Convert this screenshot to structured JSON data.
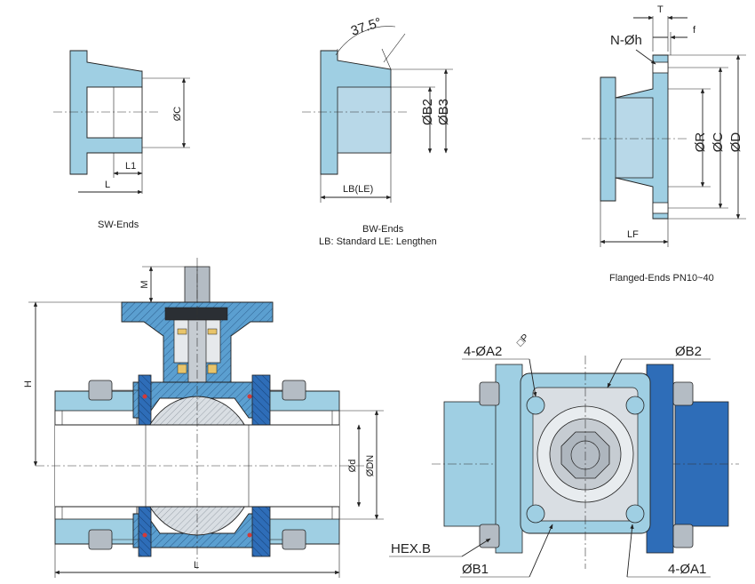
{
  "colors": {
    "light_blue": "#9fcfe3",
    "mid_blue": "#5b9fd0",
    "dark_blue": "#2e6db8",
    "steel": "#b4bcc4",
    "gasket_red": "#d23a3a"
  },
  "captions": {
    "sw": "SW-Ends",
    "bw_line1": "BW-Ends",
    "bw_line2": "LB: Standard LE: Lengthen",
    "flanged": "Flanged-Ends PN10~40"
  },
  "sw_dims": {
    "c": "ØC",
    "l1": "L1",
    "l": "L"
  },
  "bw_dims": {
    "angle": "37.5°",
    "b2": "ØB2",
    "b3": "ØB3",
    "lb": "LB(LE)"
  },
  "flange_dims": {
    "t": "T",
    "f": "f",
    "nh": "N-Øh",
    "r": "ØR",
    "c": "ØC",
    "d": "ØD",
    "lf": "LF"
  },
  "valve_dims": {
    "m": "M",
    "h": "H",
    "d": "Ød",
    "dn": "ØDN",
    "l": "L"
  },
  "top_dims": {
    "a2": "4-ØA2",
    "p": "□P",
    "b2": "ØB2",
    "hex": "HEX.B",
    "b1": "ØB1",
    "a1": "4-ØA1"
  }
}
